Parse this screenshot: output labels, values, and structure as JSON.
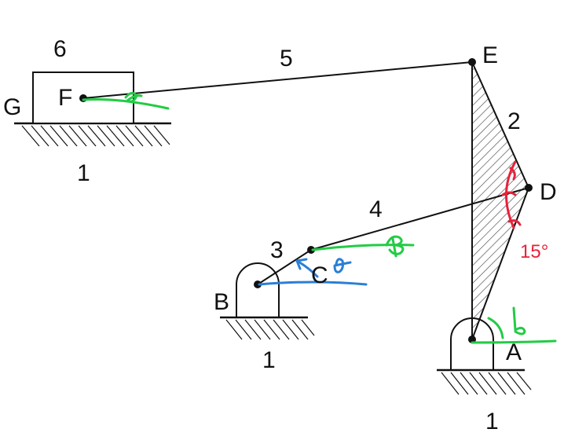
{
  "labels": {
    "slider_block": "6",
    "ground_G": "G",
    "point_F": "F",
    "ground_under_slider": "1",
    "link_5": "5",
    "point_E": "E",
    "link_2": "2",
    "point_D": "D",
    "link_4": "4",
    "link_3": "3",
    "point_C": "C",
    "point_B": "B",
    "ground_under_B": "1",
    "point_A": "A",
    "ground_under_A": "1"
  },
  "annotations": {
    "angle_15": "15°"
  },
  "colors": {
    "annotation_green": "#22cc44",
    "annotation_blue": "#2a7fd6",
    "annotation_red": "#e8223a",
    "link_black": "#111111"
  }
}
